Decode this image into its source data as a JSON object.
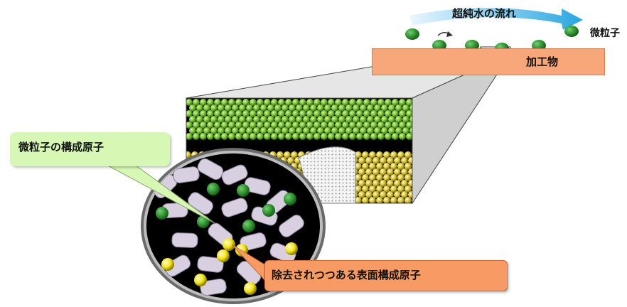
{
  "labels": {
    "flow": "超純水の流れ",
    "particle": "微粒子",
    "workpiece": "加工物",
    "particle_atoms": "微粒子の構成原子",
    "surface_atoms": "除去されつつある表面構成原子"
  },
  "colors": {
    "flow_arrow": "#3fb3e6",
    "workpiece": "#f7a77a",
    "particle": "#2f8f2f",
    "particle_callout": "#d7f7b4",
    "surface_callout": "#f89a64",
    "atom_green": "#7cc23a",
    "atom_yellow": "#d9c63a",
    "atom_white": "#d8cfe0"
  }
}
